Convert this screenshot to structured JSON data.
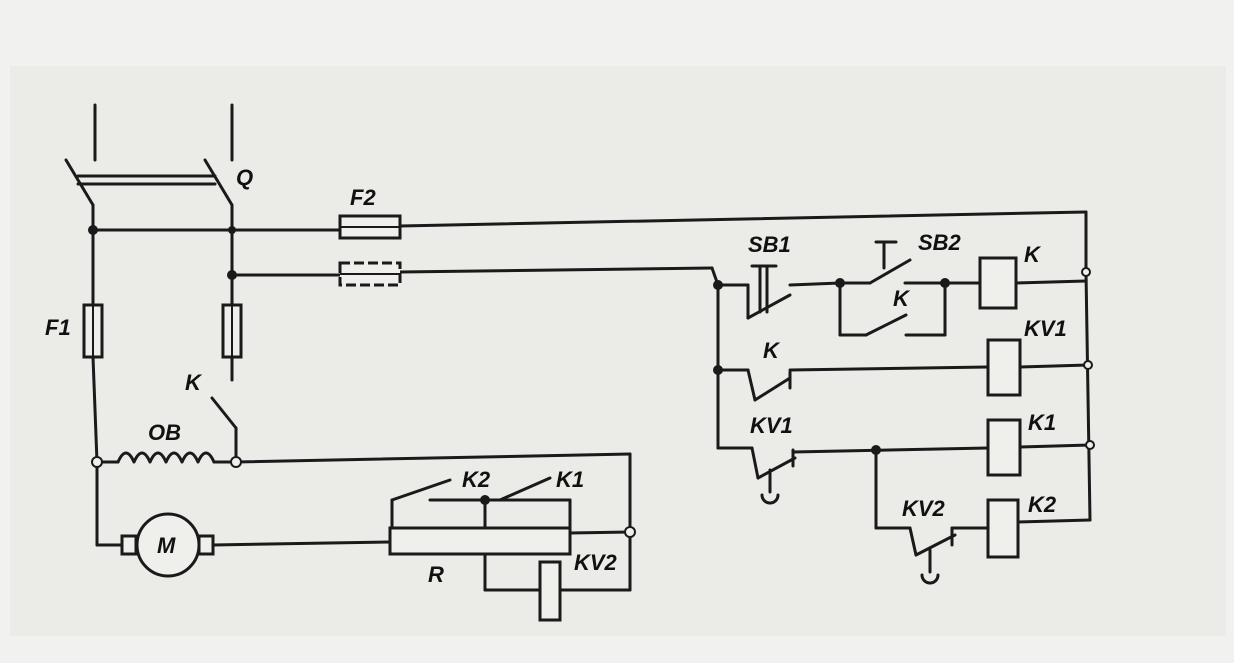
{
  "labels": {
    "switch": "Q",
    "fuse_f1": "F1",
    "fuse_f2": "F2",
    "contact_k_motor": "K",
    "field_winding": "OB",
    "motor": "M",
    "resistor": "R",
    "contact_k2": "K2",
    "contact_k1": "K1",
    "relay_kv2_coil": "KV2",
    "button_sb1": "SB1",
    "button_sb2": "SB2",
    "coil_k": "K",
    "contact_k_hold": "K",
    "contact_k_nc": "K",
    "coil_kv1": "KV1",
    "contact_kv1": "KV1",
    "coil_k1": "K1",
    "contact_kv2": "KV2",
    "coil_k2": "K2"
  }
}
